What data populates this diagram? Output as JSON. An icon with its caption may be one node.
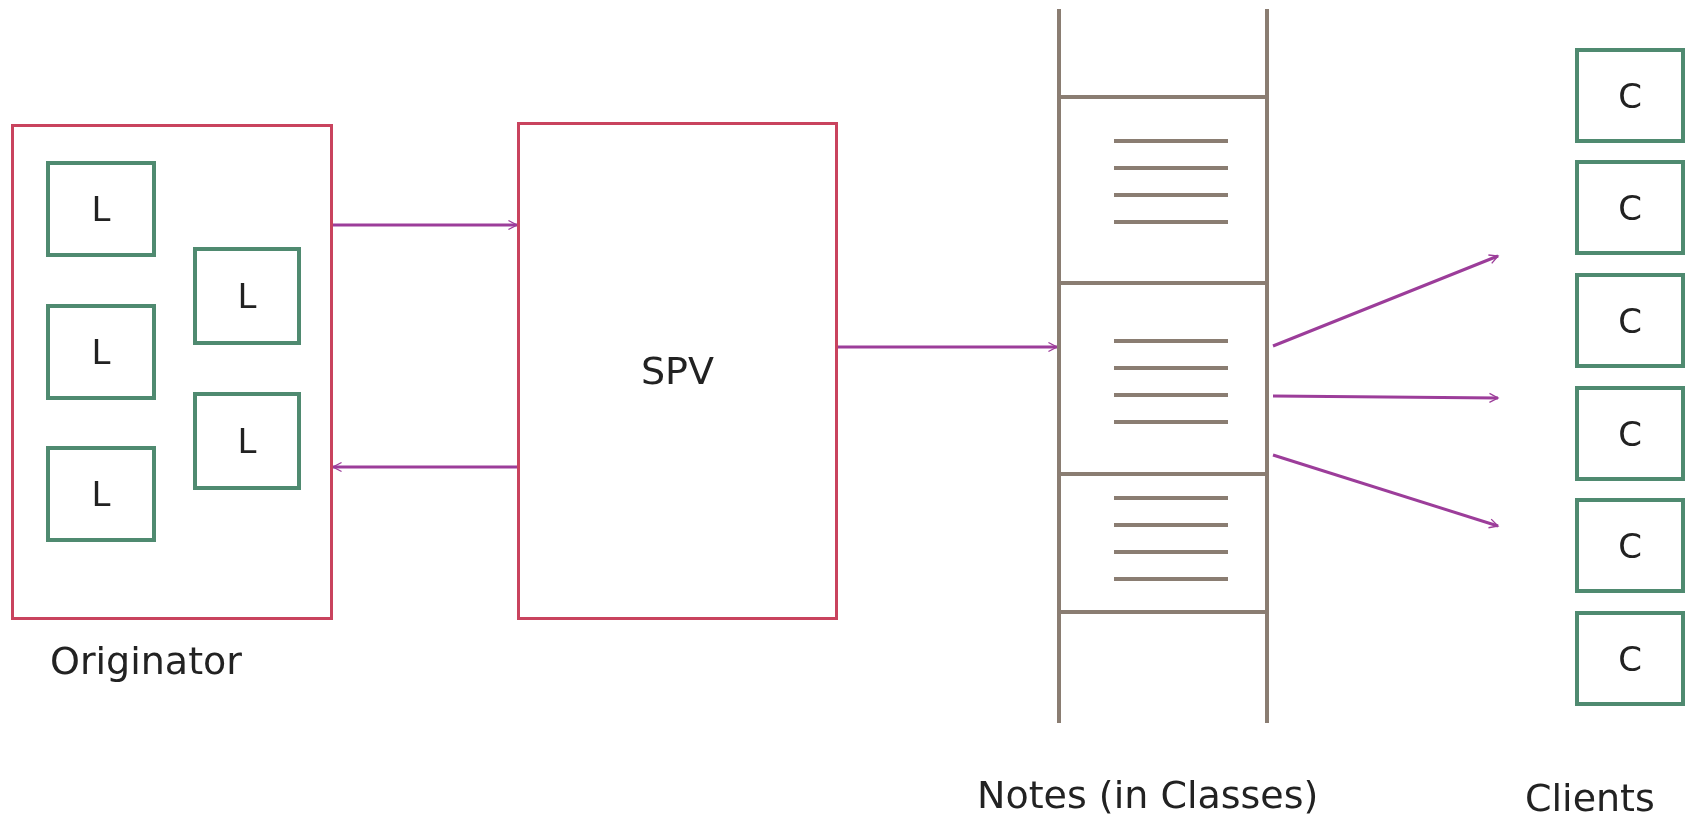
{
  "diagram": {
    "nodes": [
      {
        "text": [
          "Originator"
        ]
      },
      {
        "text": [
          "L"
        ],
        "in": 0
      },
      {
        "text": [
          "L"
        ],
        "in": 0
      },
      {
        "text": [
          "L"
        ],
        "in": 0
      },
      {
        "text": [
          "L"
        ],
        "in": 0
      },
      {
        "text": [
          "L"
        ],
        "in": 0
      },
      {
        "text": [
          "SPV"
        ]
      },
      {
        "text": [],
        "shape": "ladder",
        "beside": [
          "Notes (in Classes)"
        ]
      },
      {
        "text": [
          "Clients"
        ]
      },
      {
        "text": [
          "C"
        ],
        "in": 8
      },
      {
        "text": [
          "C"
        ],
        "in": 8
      },
      {
        "text": [
          "C"
        ],
        "in": 8
      },
      {
        "text": [
          "C"
        ],
        "in": 8
      },
      {
        "text": [
          "C"
        ],
        "in": 8
      },
      {
        "text": [
          "C"
        ],
        "in": 8
      }
    ],
    "edges": [
      {
        "from": 0,
        "to": 6,
        "arrow": "to"
      },
      {
        "from": 6,
        "to": 0,
        "arrow": "to"
      },
      {
        "from": 6,
        "to": 7,
        "arrow": "to"
      },
      {
        "from": 7,
        "to": 8,
        "arrow": "to"
      },
      {
        "from": 7,
        "to": 8,
        "arrow": "to"
      },
      {
        "from": 7,
        "to": 8,
        "arrow": "to"
      }
    ]
  }
}
